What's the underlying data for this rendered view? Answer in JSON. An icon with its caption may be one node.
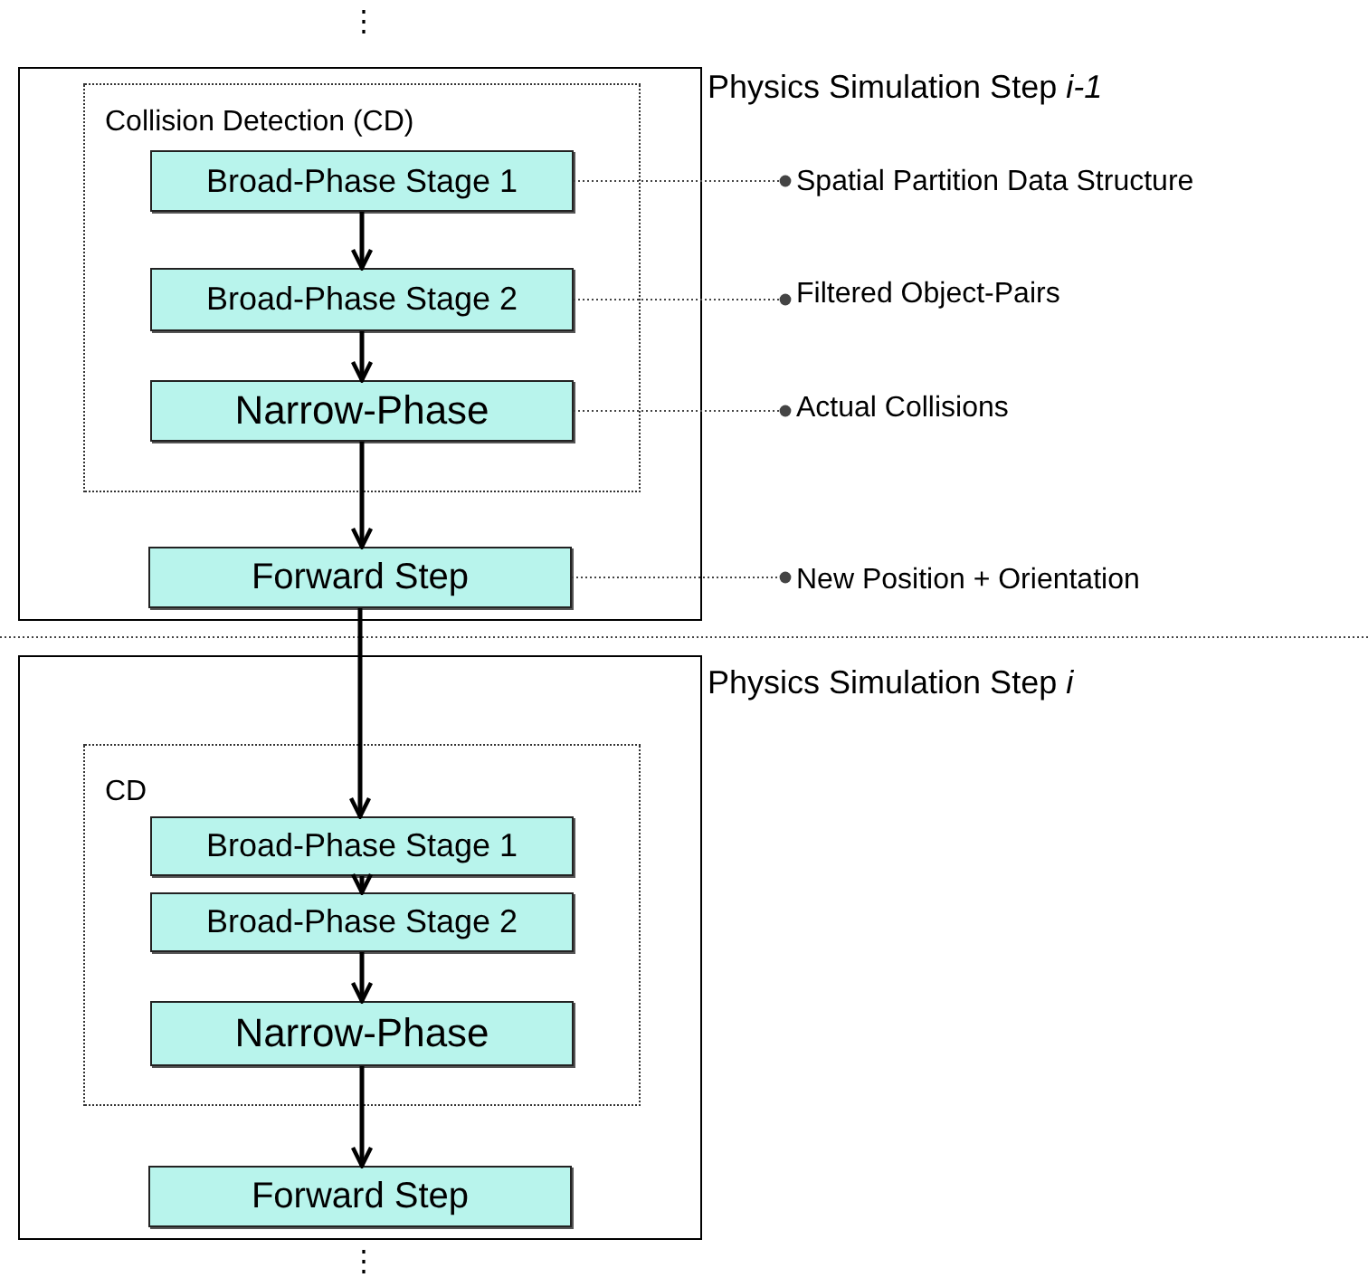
{
  "diagram": {
    "nodes": [
      {
        "text": [
          "Physics Simulation Step *i-1*"
        ]
      },
      {
        "text": [
          "Collision Detection (CD)"
        ],
        "in": 0
      },
      {
        "text": [
          "Broad-Phase Stage 1"
        ],
        "in": 1
      },
      {
        "text": [
          "Broad-Phase Stage 2"
        ],
        "in": 1
      },
      {
        "text": [
          "Narrow-Phase"
        ],
        "in": 1
      },
      {
        "text": [
          "Forward Step"
        ],
        "in": 0
      },
      {
        "text": [
          "Spatial Partition Data Structure"
        ]
      },
      {
        "text": [
          "Filtered Object-Pairs"
        ]
      },
      {
        "text": [
          "Actual Collisions"
        ]
      },
      {
        "text": [
          "New Position + Orientation"
        ]
      },
      {
        "text": [
          "Physics Simulation Step *i*"
        ]
      },
      {
        "text": [
          "CD"
        ],
        "in": 10
      },
      {
        "text": [
          "Broad-Phase Stage 1"
        ],
        "in": 11
      },
      {
        "text": [
          "Broad-Phase Stage 2"
        ],
        "in": 11
      },
      {
        "text": [
          "Narrow-Phase"
        ],
        "in": 11
      },
      {
        "text": [
          "Forward Step"
        ],
        "in": 10
      }
    ],
    "edges": [
      {
        "from": 2,
        "to": 3,
        "arrow": "to"
      },
      {
        "from": 3,
        "to": 4,
        "arrow": "to"
      },
      {
        "from": 4,
        "to": 5,
        "arrow": "to"
      },
      {
        "from": 5,
        "to": 12,
        "arrow": "to"
      },
      {
        "from": 12,
        "to": 13,
        "arrow": "to"
      },
      {
        "from": 13,
        "to": 14,
        "arrow": "to"
      },
      {
        "from": 14,
        "to": 15,
        "arrow": "to"
      },
      {
        "from": 2,
        "to": 6,
        "arrow": "other",
        "style": "dashed"
      },
      {
        "from": 3,
        "to": 7,
        "arrow": "other",
        "style": "dashed"
      },
      {
        "from": 4,
        "to": 8,
        "arrow": "other",
        "style": "dashed"
      },
      {
        "from": 5,
        "to": 9,
        "arrow": "other",
        "style": "dashed"
      }
    ],
    "labels": [
      "⋮",
      "⋮"
    ]
  }
}
